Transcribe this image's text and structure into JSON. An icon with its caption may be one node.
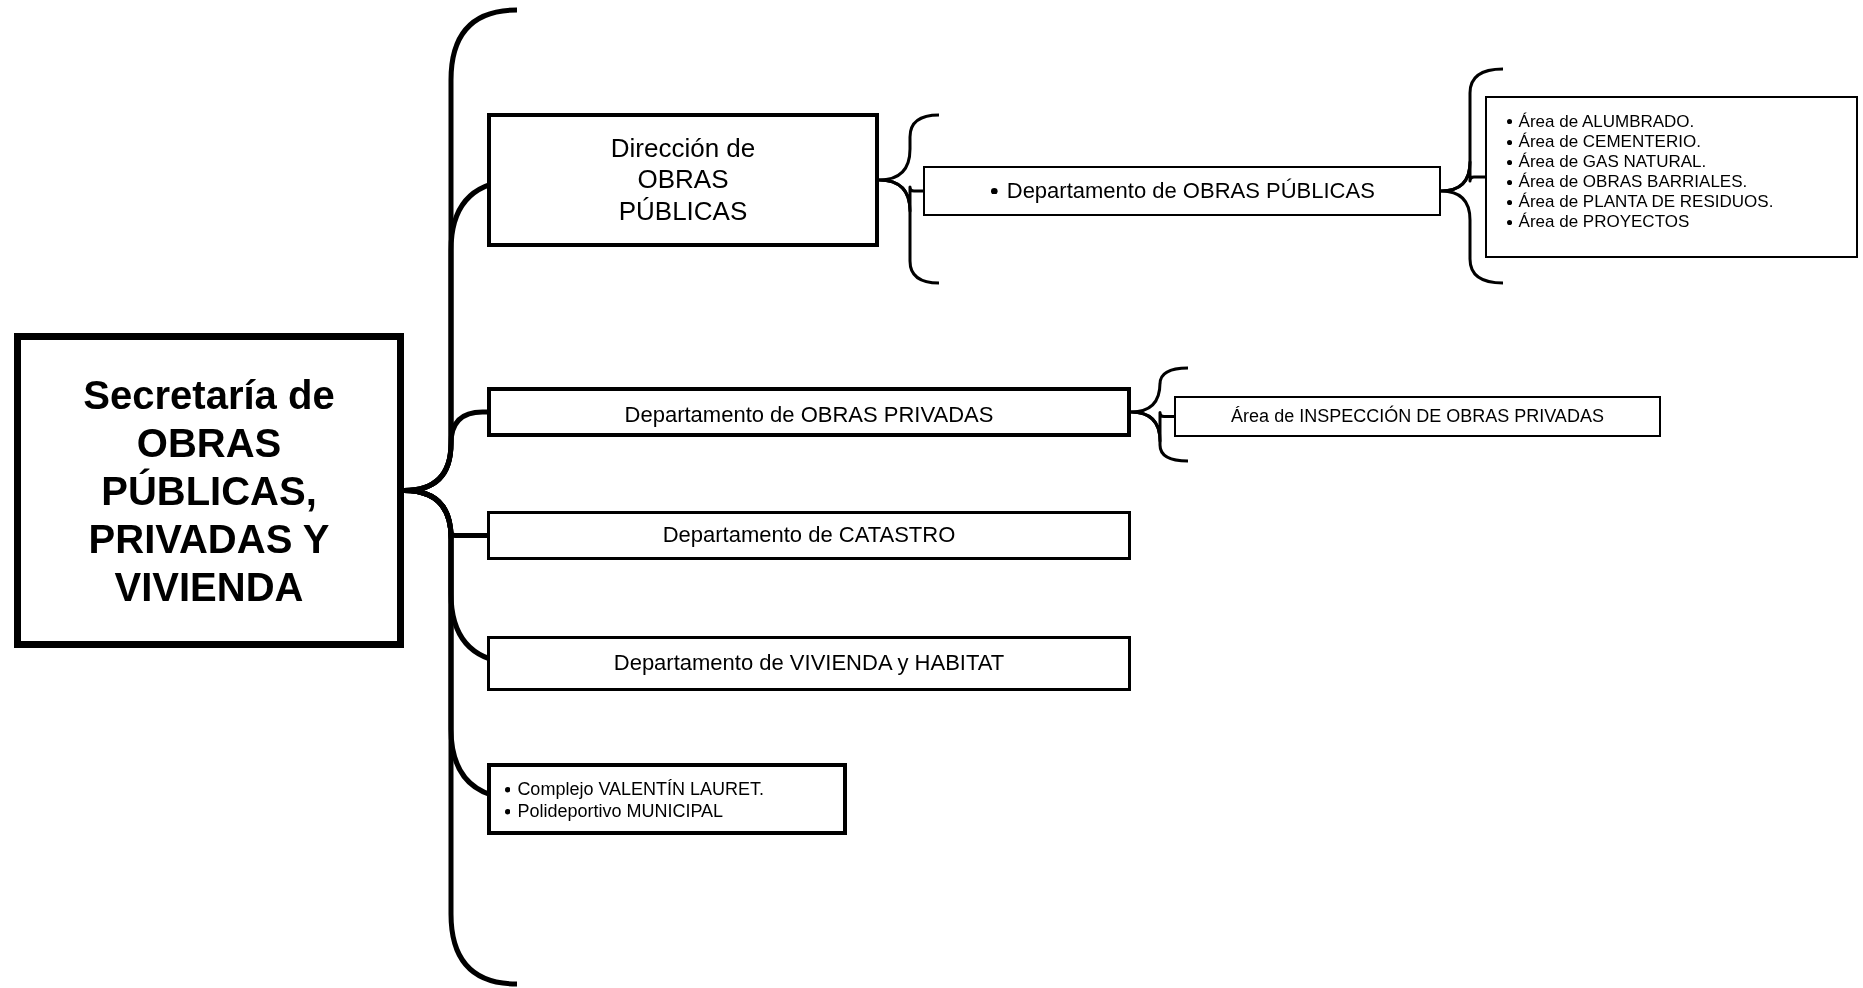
{
  "diagram": {
    "nodes": [
      {
        "text": [
          "Secretaría de OBRAS PÚBLICAS, PRIVADAS Y VIVIENDA"
        ]
      },
      {
        "text": [
          "Dirección de OBRAS PÚBLICAS"
        ]
      },
      {
        "text": [
          "Departamento de OBRAS PÚBLICAS"
        ]
      },
      {
        "text": [
          "Área de ALUMBRADO.",
          "Área de CEMENTERIO.",
          "Área de GAS NATURAL.",
          "Área de OBRAS BARRIALES.",
          "Área de PLANTA DE RESIDUOS.",
          "Área de PROYECTOS"
        ]
      },
      {
        "text": [
          "Departamento de OBRAS PRIVADAS"
        ]
      },
      {
        "text": [
          "Área de INSPECCIÓN DE OBRAS PRIVADAS"
        ]
      },
      {
        "text": [
          "Departamento de CATASTRO"
        ]
      },
      {
        "text": [
          "Departamento de VIVIENDA y HABITAT"
        ]
      },
      {
        "text": [
          "Complejo VALENTÍN LAURET.",
          "Polideportivo MUNICIPAL"
        ]
      }
    ],
    "edges": [
      {
        "from": 0,
        "to": 1,
        "arrow": "none"
      },
      {
        "from": 0,
        "to": 4,
        "arrow": "none"
      },
      {
        "from": 0,
        "to": 6,
        "arrow": "none"
      },
      {
        "from": 0,
        "to": 7,
        "arrow": "none"
      },
      {
        "from": 0,
        "to": 8,
        "arrow": "none"
      },
      {
        "from": 1,
        "to": 2,
        "arrow": "none"
      },
      {
        "from": 2,
        "to": 3,
        "arrow": "none"
      },
      {
        "from": 4,
        "to": 5,
        "arrow": "none"
      }
    ]
  }
}
